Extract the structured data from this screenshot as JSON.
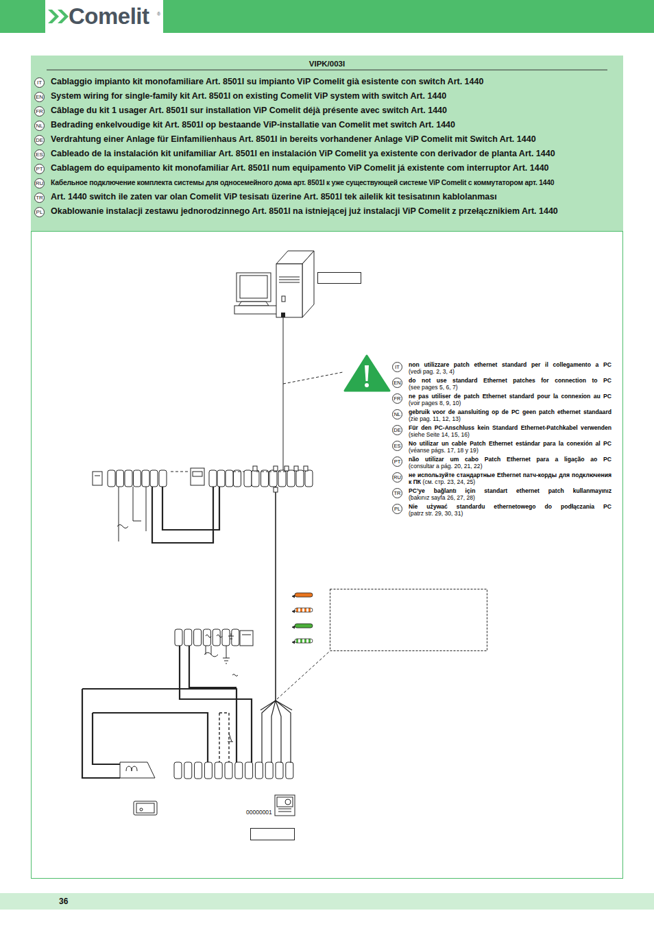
{
  "diagram": {
    "title": "VIPK/003I",
    "labels": [
      "Comelit",
      "®",
      "IT",
      "Cablaggio impianto kit monofamiliare Art. 8501I su impianto ViP Comelit già esistente con switch Art. 1440",
      "EN",
      "System wiring for single-family kit Art. 8501I on existing Comelit ViP system with switch Art. 1440",
      "FR",
      "Câblage du kit 1 usager Art. 8501I sur installation ViP Comelit déjà présente avec switch Art. 1440",
      "NL",
      "Bedrading enkelvoudige kit Art. 8501I op bestaande ViP-installatie van Comelit met switch Art. 1440",
      "DE",
      "Verdrahtung einer Anlage für Einfamilienhaus Art. 8501I in bereits vorhandener Anlage ViP Comelit mit Switch Art. 1440",
      "ES",
      "Cableado de la instalación kit unifamiliar Art. 8501I en instalación ViP Comelit ya existente con derivador de planta Art. 1440",
      "PT",
      "Cablagem do equipamento kit monofamiliar Art. 8501I num equipamento ViP Comelit já existente com interruptor Art. 1440",
      "RU",
      "Кабельное подключение комплекта системы для односемейного дома арт. 8501I к уже существующей системе ViP Comelit с коммутатором арт. 1440",
      "TR",
      "Art. 1440 switch ile zaten var olan Comelit ViP tesisatı üzerine Art. 8501I tek ailelik kit tesisatının kablolanması",
      "PL",
      "Okablowanie instalacji zestawu jednorodzinnego Art. 8501I na istniejącej już instalacji ViP Comelit z przełącznikiem Art. 1440",
      "IT",
      "non utilizzare patch ethernet standard per il collegamento a PC",
      "(vedi pag. 2, 3, 4)",
      "EN",
      "do not use standard Ethernet patches for connection to PC",
      "(see pages 5, 6, 7)",
      "FR",
      "ne pas utiliser de patch Ethernet standard pour la connexion au PC",
      "(voir pages 8, 9, 10)",
      "NL",
      "gebruik voor de aansluiting op de PC geen patch ethernet standaard",
      "(zie pag. 11, 12, 13)",
      "DE",
      "Für den PC-Anschluss kein Standard Ethernet-Patchkabel verwenden",
      "(siehe Seite 14, 15, 16)",
      "ES",
      "No utilizar un cable Patch Ethernet estándar para la conexión al PC",
      "(véanse págs. 17, 18 y 19)",
      "PT",
      "não utilizar um cabo Patch Ethernet para a ligação ao PC",
      "(consultar a pág. 20, 21, 22)",
      "RU",
      "не используйте стандартные Ethernet патч-корды для подключения к ПК",
      "(см. стр. 23, 24, 25)",
      "TR",
      "PC’ye bağlantı için standart ethernet patch kullanmayınız",
      "(bakınız sayfa 26, 27, 28)",
      "PL",
      "Nie używać standardu ethernetowego do podłączania PC",
      "(patrz str. 29, 30, 31)",
      "00000001",
      "36"
    ]
  }
}
